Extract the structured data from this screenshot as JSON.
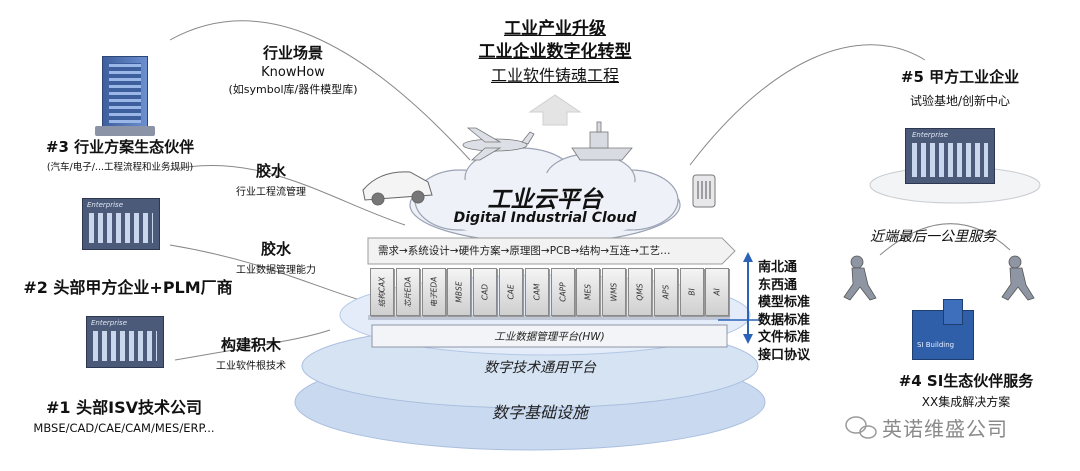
{
  "top": {
    "line1": "工业产业升级",
    "line2": "工业企业数字化转型",
    "line3": "工业软件铸魂工程"
  },
  "cloud": {
    "title_cn": "工业云平台",
    "title_en": "Digital Industrial Cloud"
  },
  "flow_text": "需求→系统设计→硬件方案→原理图→PCB→结构→互连→工艺…",
  "tools": [
    "结构CAX",
    "芯片EDA",
    "电子EDA",
    "MBSE",
    "CAD",
    "CAE",
    "CAM",
    "CAPP",
    "MES",
    "WMS",
    "QMS",
    "APS",
    "BI",
    "AI"
  ],
  "data_platform": "工业数据管理平台(HW)",
  "layer_tech": "数字技术通用平台",
  "layer_infra": "数字基础设施",
  "standards": [
    "南北通",
    "东西通",
    "模型标准",
    "数据标准",
    "文件标准",
    "接口协议"
  ],
  "links": {
    "scenario": {
      "title": "行业场景",
      "sub1": "KnowHow",
      "sub2": "(如symbol库/器件模型库)"
    },
    "glue1": {
      "title": "胶水",
      "sub": "行业工程流管理"
    },
    "glue2": {
      "title": "胶水",
      "sub": "工业数据管理能力"
    },
    "blocks": {
      "title": "构建积木",
      "sub": "工业软件根技术"
    }
  },
  "partners": {
    "p3": {
      "title": "#3 行业方案生态伙伴",
      "sub": "(汽车/电子/...工程流程和业务规则)"
    },
    "p2": {
      "title": "#2 头部甲方企业+PLM厂商"
    },
    "p1": {
      "title": "#1 头部ISV技术公司",
      "sub": "MBSE/CAD/CAE/CAM/MES/ERP..."
    },
    "p5": {
      "title": "#5 甲方工业企业",
      "sub": "试验基地/创新中心"
    },
    "p4": {
      "title": "#4 SI生态伙伴服务",
      "sub": "XX集成解决方案"
    }
  },
  "last_mile": "近端最后一公里服务",
  "building_labels": {
    "enterprise": "Enterprise",
    "si": "SI Building"
  },
  "watermark": "英诺维盛公司",
  "colors": {
    "accent_blue": "#2a63b8",
    "disc": "#c7d8ee",
    "disc_dark": "#9fb8db",
    "building": "#4a5a78"
  }
}
